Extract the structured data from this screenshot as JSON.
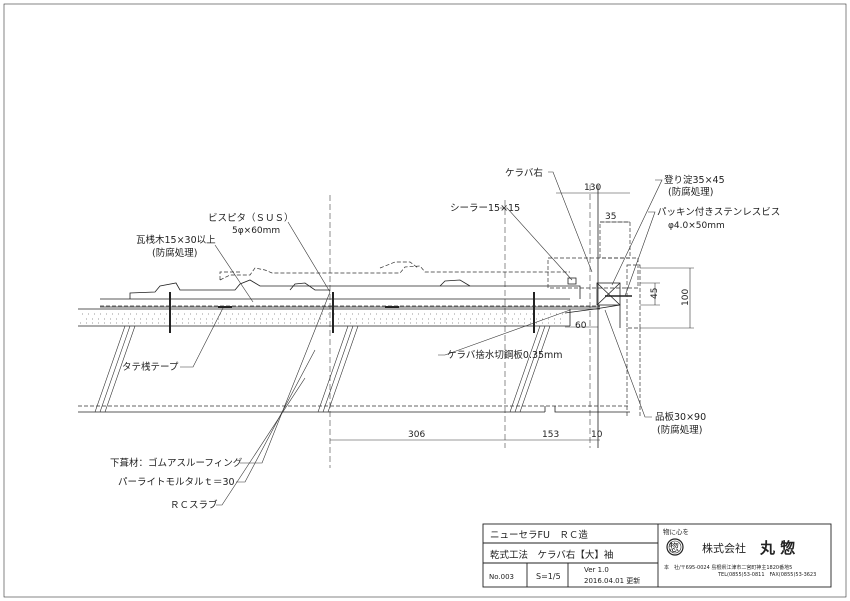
{
  "drawing": {
    "labels": {
      "keraba_right": "ケラバ右",
      "nobori_yodo": "登り淀35×45",
      "nobori_yodo_note": "(防腐処理)",
      "packing_screw": "パッキン付きステンレスビス",
      "packing_screw_size": "φ4.0×50mm",
      "sealer": "シーラー15×15",
      "bisupita": "ビスピタ（ＳＵＳ）",
      "bisupita_size": "5φ×60mm",
      "kawara_batten": "瓦桟木15×30以上",
      "kawara_batten_note": "(防腐処理)",
      "tate_tape": "タテ桟テープ",
      "keraba_flashing": "ケラバ捨水切鋼板0.35mm",
      "shinaita": "品板30×90",
      "shinaita_note": "(防腐処理)",
      "underlay": "下葺材：ゴムアスルーフィング",
      "mortar": "パーライトモルタルｔ＝30",
      "rc_slab": "ＲＣスラブ"
    },
    "dimensions": {
      "d130": "130",
      "d35": "35",
      "d45": "45",
      "d100": "100",
      "d60": "60",
      "d306": "306",
      "d153": "153",
      "d10": "10"
    }
  },
  "title_block": {
    "product": "ニューセラFU　ＲＣ造",
    "detail": "乾式工法　ケラバ右【大】袖",
    "number": "No.003",
    "scale": "S=1/5",
    "version": "Ver 1.0",
    "updated": "2016.04.01 更新",
    "company": {
      "slogan": "物に心を",
      "logo_char": "惣",
      "name_prefix": "株式会社",
      "name": "丸 惣",
      "address": "本　社/〒695-0024 島根県江津市二宮町神主1820番地5",
      "phone": "TEL(0855)53-0811　FAX(0855)53-3623"
    }
  }
}
